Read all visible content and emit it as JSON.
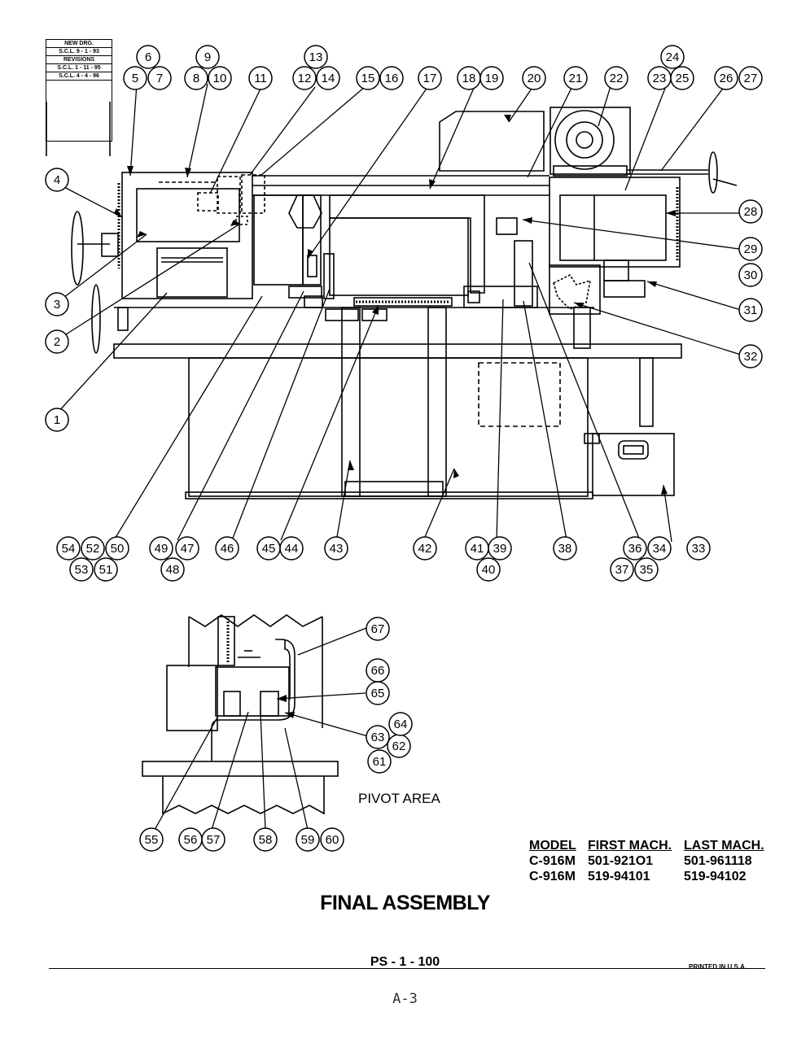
{
  "revision_box": {
    "new_drg_1": "NEW DRG.",
    "new_drg_2": "S.C.L. 9 - 1 - 93",
    "revisions": "REVISIONS",
    "rev1": "S.C.L. 1 - 11 - 95",
    "rev2": "S.C.L. 4 - 4 - 96"
  },
  "callouts": [
    "1",
    "2",
    "3",
    "4",
    "5",
    "6",
    "7",
    "8",
    "9",
    "10",
    "11",
    "12",
    "13",
    "14",
    "15",
    "16",
    "17",
    "18",
    "19",
    "20",
    "21",
    "22",
    "23",
    "24",
    "25",
    "26",
    "27",
    "28",
    "29",
    "30",
    "31",
    "32",
    "33",
    "34",
    "35",
    "36",
    "37",
    "38",
    "39",
    "40",
    "41",
    "42",
    "43",
    "44",
    "45",
    "46",
    "47",
    "48",
    "49",
    "50",
    "51",
    "52",
    "53",
    "54",
    "55",
    "56",
    "57",
    "58",
    "59",
    "60",
    "61",
    "62",
    "63",
    "64",
    "65",
    "66",
    "67"
  ],
  "pivot_label": "PIVOT AREA",
  "models": {
    "headers": [
      "MODEL",
      "FIRST MACH.",
      "LAST MACH."
    ],
    "rows": [
      [
        "C-916M",
        "501-921O1",
        "501-961118"
      ],
      [
        "C-916M",
        "519-94101",
        "519-94102"
      ]
    ]
  },
  "title": "FINAL ASSEMBLY",
  "page_number": "PS - 1 - 100",
  "printed": "PRINTED IN U.S.A.",
  "handwritten": "A-3"
}
